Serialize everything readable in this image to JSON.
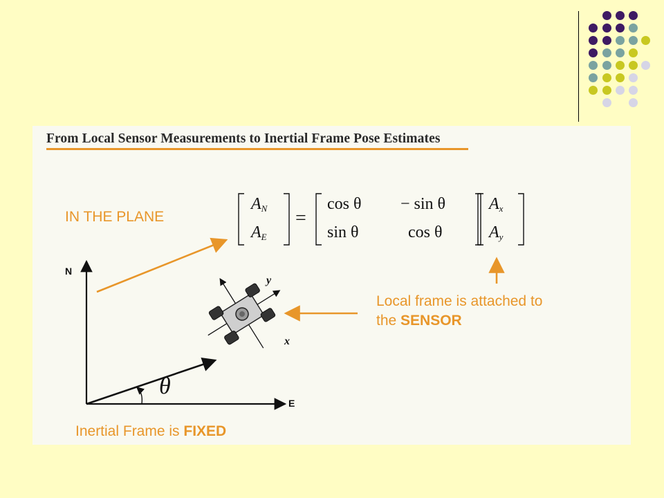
{
  "slide": {
    "title": "From Local Sensor Measurements to Inertial Frame Pose Estimates",
    "in_plane_label": "IN THE PLANE",
    "local_frame_text_1": "Local frame is attached  to",
    "local_frame_text_2": "the ",
    "local_frame_bold": "SENSOR",
    "inertial_text": "Inertial Frame is ",
    "inertial_bold": "FIXED",
    "axis_n": "N",
    "axis_e": "E",
    "angle_symbol": "θ",
    "robot_axis_x": "x",
    "robot_axis_y": "y"
  },
  "equation": {
    "lhs_top": "A",
    "lhs_top_sub": "N",
    "lhs_bottom": "A",
    "lhs_bottom_sub": "E",
    "equals": "=",
    "m11": "cos θ",
    "m12": "− sin θ",
    "m21": "sin θ",
    "m22": "cos θ",
    "rhs_top": "A",
    "rhs_top_sub": "x",
    "rhs_bottom": "A",
    "rhs_bottom_sub": "y"
  },
  "colors": {
    "background": "#fffdc4",
    "accent_orange": "#e8962a",
    "dot_purple": "#3e1a63",
    "dot_teal": "#7aa3a0",
    "dot_yellow": "#c8c821",
    "dot_lavender": "#d6d5e6"
  }
}
